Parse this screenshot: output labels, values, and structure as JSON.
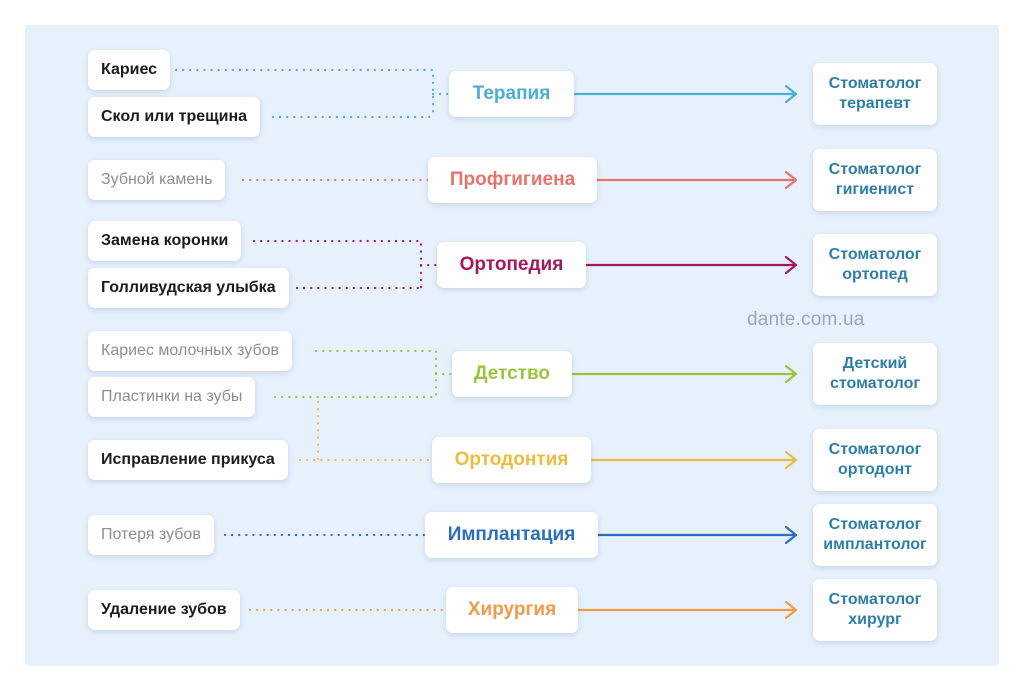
{
  "watermark": "dante.com.ua",
  "symptoms": {
    "caries": "Кариес",
    "chip": "Скол или трещина",
    "tartar": "Зубной камень",
    "crown": "Замена коронки",
    "hollywood": "Голливудская улыбка",
    "milk_caries": "Кариес молочных зубов",
    "plates": "Пластинки на зубы",
    "bite": "Исправление прикуса",
    "tooth_loss": "Потеря зубов",
    "extraction": "Удаление зубов"
  },
  "departments": {
    "therapy": "Терапия",
    "hygiene": "Профгигиена",
    "orthopedics": "Ортопедия",
    "childhood": "Детство",
    "orthodontics": "Ортодонтия",
    "implantation": "Имплантация",
    "surgery": "Хирургия"
  },
  "doctors": {
    "therapist": "Стоматолог терапевт",
    "hygienist": "Стоматолог гигиенист",
    "orthopedist": "Стоматолог ортопед",
    "pediatric": "Детский стоматолог",
    "orthodontist": "Стоматолог ортодонт",
    "implantologist": "Стоматолог имплантолог",
    "surgeon": "Стоматолог хирург"
  },
  "colors": {
    "therapy": "#4aaed6",
    "hygiene": "#e8736b",
    "orthopedics": "#a3195b",
    "childhood": "#9bc43d",
    "orthodontics": "#ecbc3f",
    "implantation": "#2a6fb8",
    "surgery": "#f19a4a",
    "doctor_text": "#2e7fa8",
    "background": "#e6f1fc"
  },
  "icons": {
    "connector_end": "arrow-right-icon"
  }
}
